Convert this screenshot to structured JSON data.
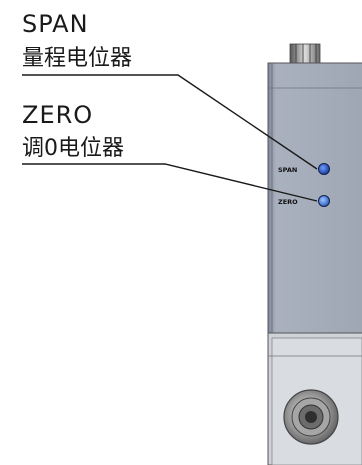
{
  "callouts": {
    "span": {
      "title": "SPAN",
      "description": "量程电位器"
    },
    "zero": {
      "title": "ZERO",
      "description": "调0电位器"
    }
  },
  "panel": {
    "span_label": "SPAN",
    "zero_label": "ZERO"
  },
  "colors": {
    "body": "#9aa2b0",
    "span_led": "#1f4fbf",
    "zero_led": "#3a74d8"
  }
}
